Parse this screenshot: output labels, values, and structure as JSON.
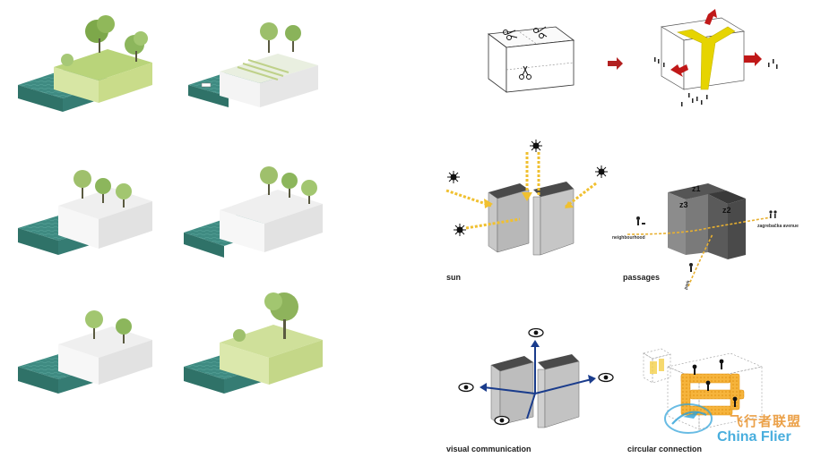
{
  "captions": {
    "sun": "sun",
    "passages": "passages",
    "visual_communication": "visual communication",
    "circular_connection": "circular connection"
  },
  "passages_labels": {
    "left_path": "neighbourhood",
    "right_path": "zagrebačka avenue",
    "bottom_path": "park",
    "zone1": "z1",
    "zone2": "z2",
    "zone3": "z3"
  },
  "watermark": {
    "cn": "飞行者联盟",
    "en": "China Flier"
  },
  "colors": {
    "water": "#3f8b82",
    "grass": "#c9dc8a",
    "concrete": "#eeeeee",
    "accent_yellow": "#e6d400",
    "accent_red": "#c01818",
    "accent_orange": "#f0a020",
    "accent_blue": "#1a3c8c"
  }
}
